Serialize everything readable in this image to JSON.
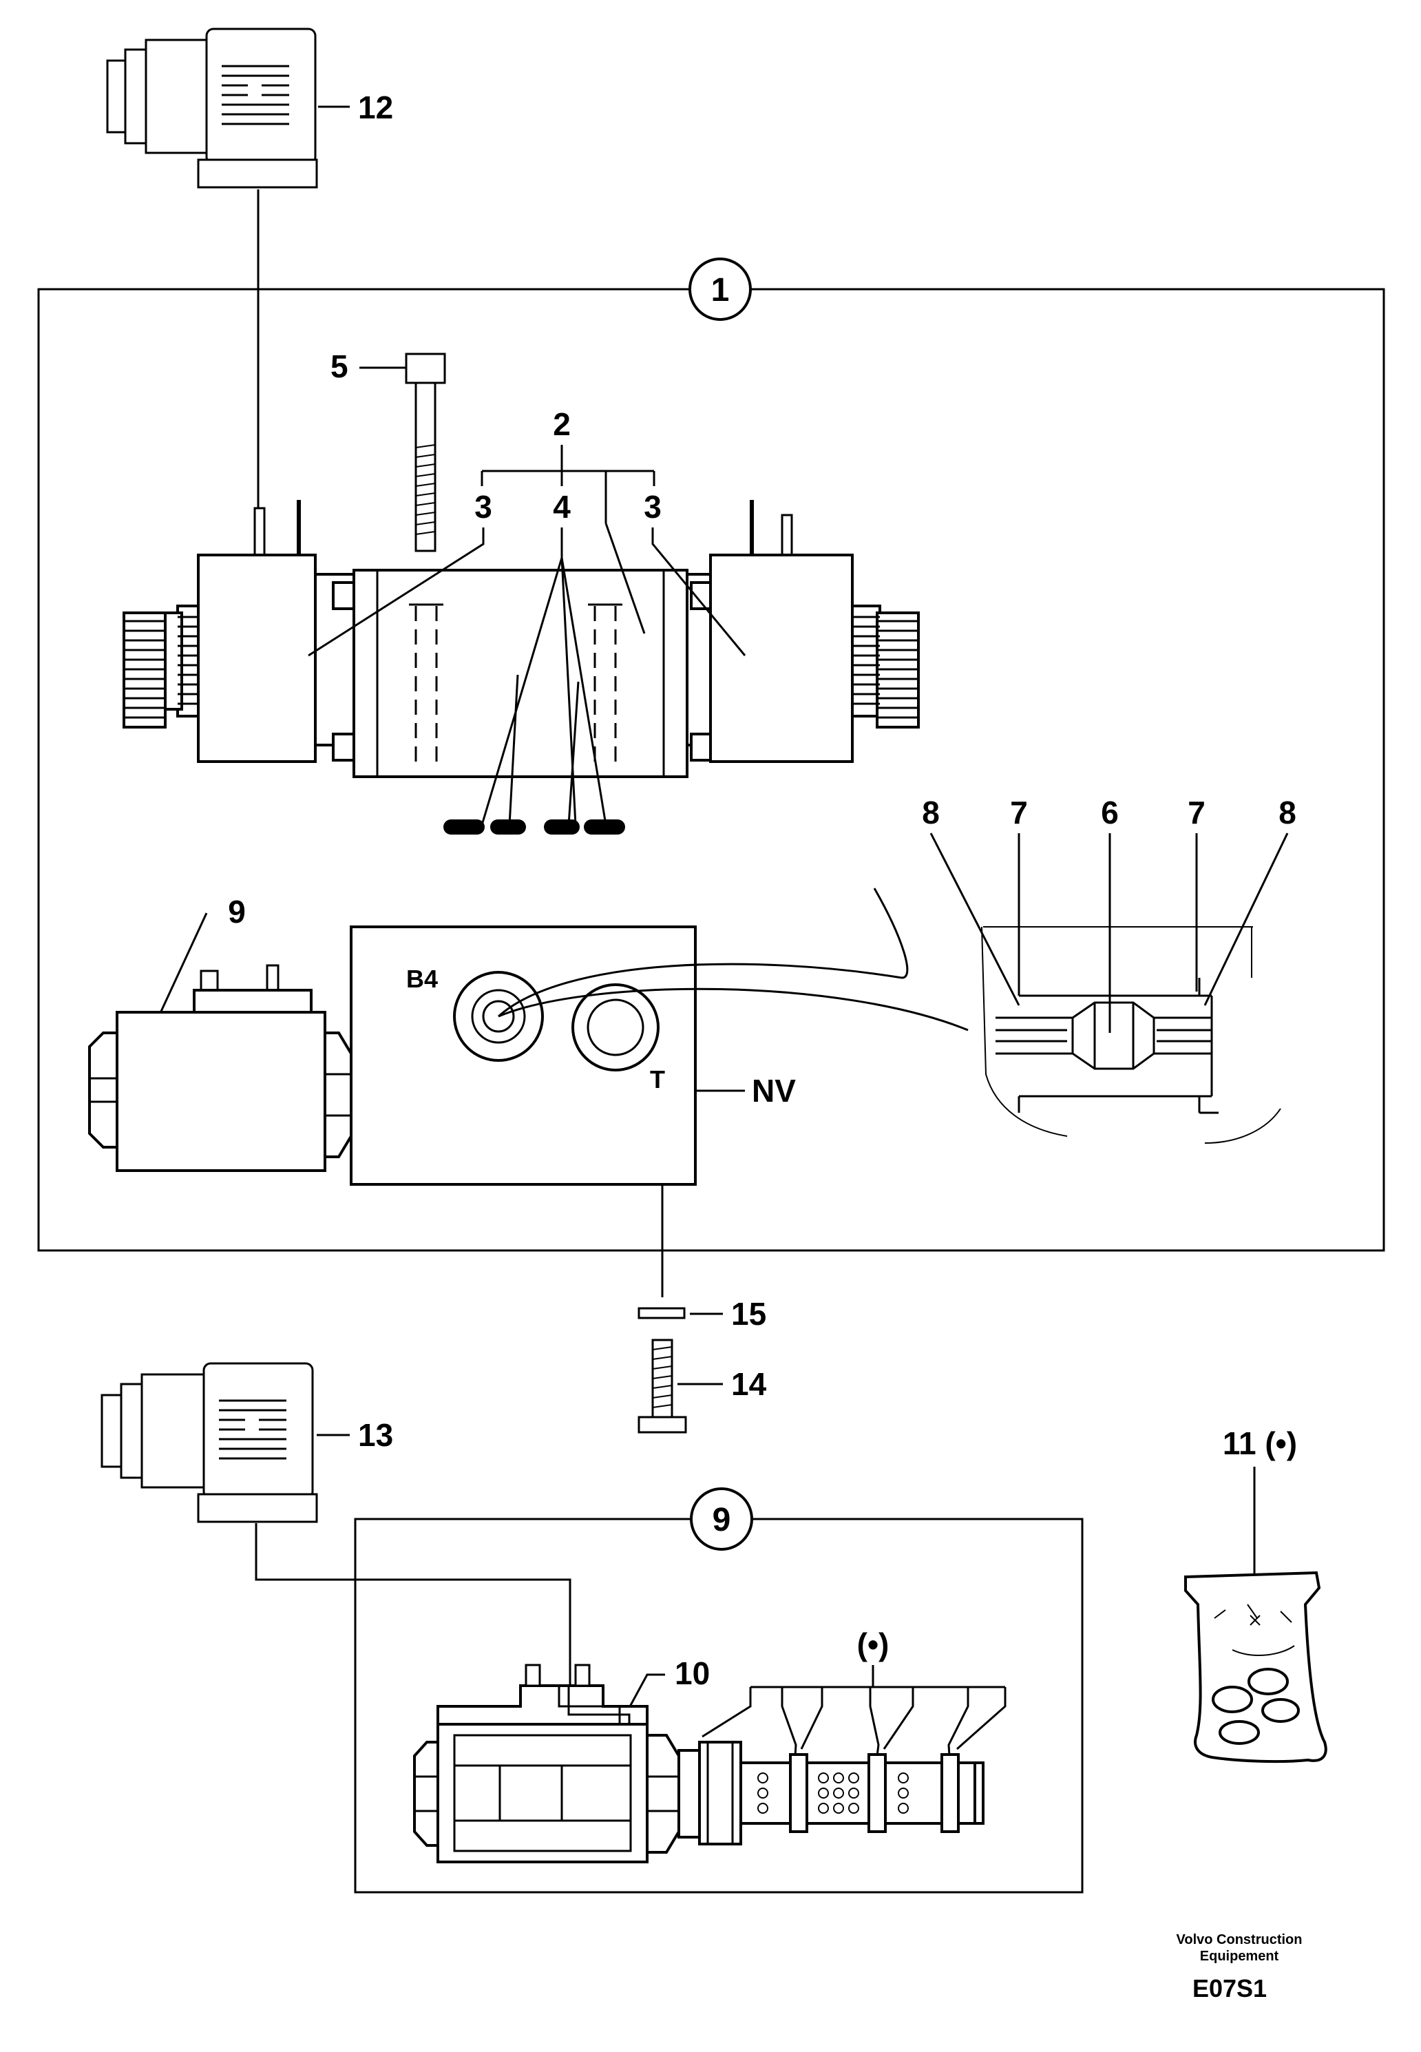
{
  "callouts": {
    "c1": "1",
    "c2": "2",
    "c3a": "3",
    "c3b": "3",
    "c4": "4",
    "c5": "5",
    "c6": "6",
    "c7a": "7",
    "c7b": "7",
    "c8a": "8",
    "c8b": "8",
    "c9a": "9",
    "c9b": "9",
    "c10": "10",
    "c11": "11 (•)",
    "c12": "12",
    "c13": "13",
    "c14": "14",
    "c15": "15",
    "dot": "(•)"
  },
  "ports": {
    "b4": "B4",
    "t": "T",
    "nv": "NV"
  },
  "footer": {
    "maker_line1": "Volvo Construction",
    "maker_line2": "Equipement",
    "code": "E07S1"
  }
}
